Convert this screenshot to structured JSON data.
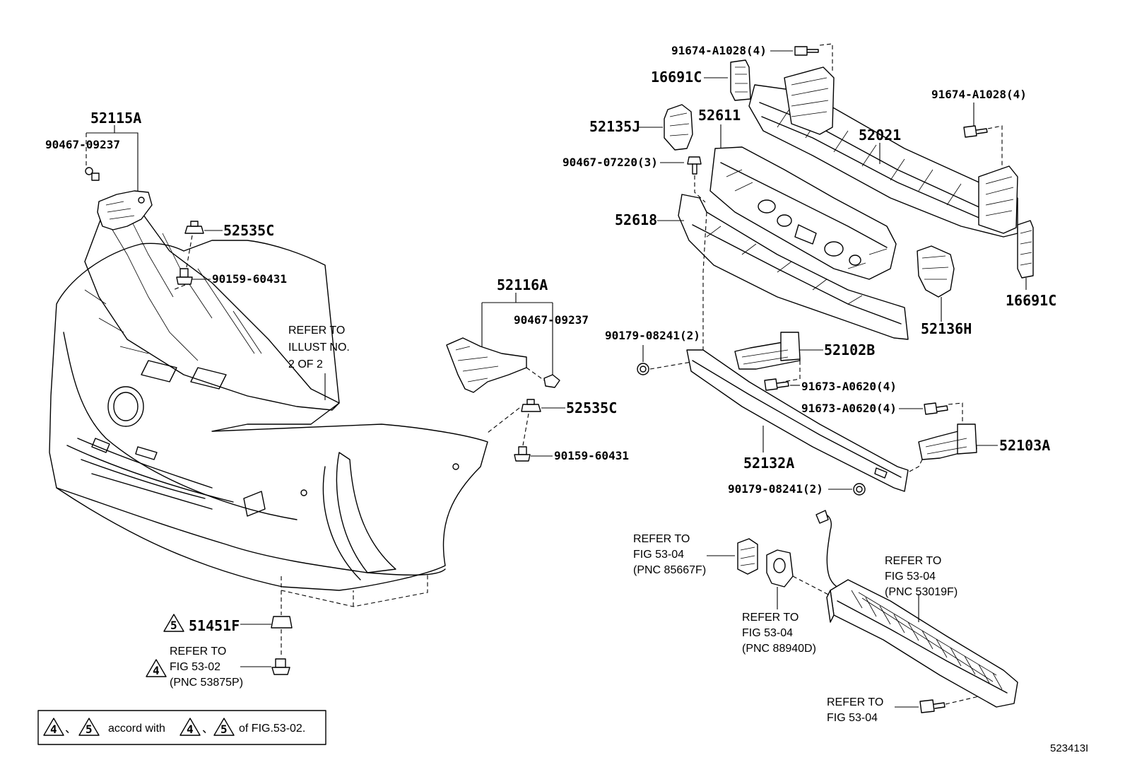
{
  "parts": {
    "p52115A": "52115A",
    "p90467_09237_left": "90467-09237",
    "p52535C_left": "52535C",
    "p90159_60431_left": "90159-60431",
    "p52116A": "52116A",
    "p90467_09237_right": "90467-09237",
    "p52535C_right": "52535C",
    "p90159_60431_right": "90159-60431",
    "p51451F": "51451F",
    "p91674_top": "91674-A1028(4)",
    "p16691C_top": "16691C",
    "p52135J": "52135J",
    "p52611": "52611",
    "p52021": "52021",
    "p91674_right": "91674-A1028(4)",
    "p90467_07220": "90467-07220(3)",
    "p52618": "52618",
    "p16691C_right": "16691C",
    "p52136H": "52136H",
    "p90179_upper": "90179-08241(2)",
    "p52102B": "52102B",
    "p91673_upper": "91673-A0620(4)",
    "p91673_lower": "91673-A0620(4)",
    "p52103A": "52103A",
    "p52132A": "52132A",
    "p90179_lower": "90179-08241(2)"
  },
  "refs": {
    "illust": {
      "l1": "REFER TO",
      "l2": "ILLUST NO.",
      "l3": "2 OF 2"
    },
    "fig5302": {
      "l1": "REFER TO",
      "l2": "FIG 53-02",
      "l3": "(PNC 53875P)"
    },
    "fig5304_85667F": {
      "l1": "REFER TO",
      "l2": "FIG 53-04",
      "l3": "(PNC 85667F)"
    },
    "fig5304_88940D": {
      "l1": "REFER TO",
      "l2": "FIG 53-04",
      "l3": "(PNC 88940D)"
    },
    "fig5304_53019F": {
      "l1": "REFER TO",
      "l2": "FIG 53-04",
      "l3": "(PNC 53019F)"
    },
    "fig5304_bolt": {
      "l1": "REFER TO",
      "l2": "FIG 53-04"
    }
  },
  "markers": {
    "m4": "4",
    "m5": "5"
  },
  "note": {
    "sep1": "、",
    "middle": "accord with",
    "sep2": "、",
    "tail": "of FIG.53-02."
  },
  "diagram_id": "523413I"
}
